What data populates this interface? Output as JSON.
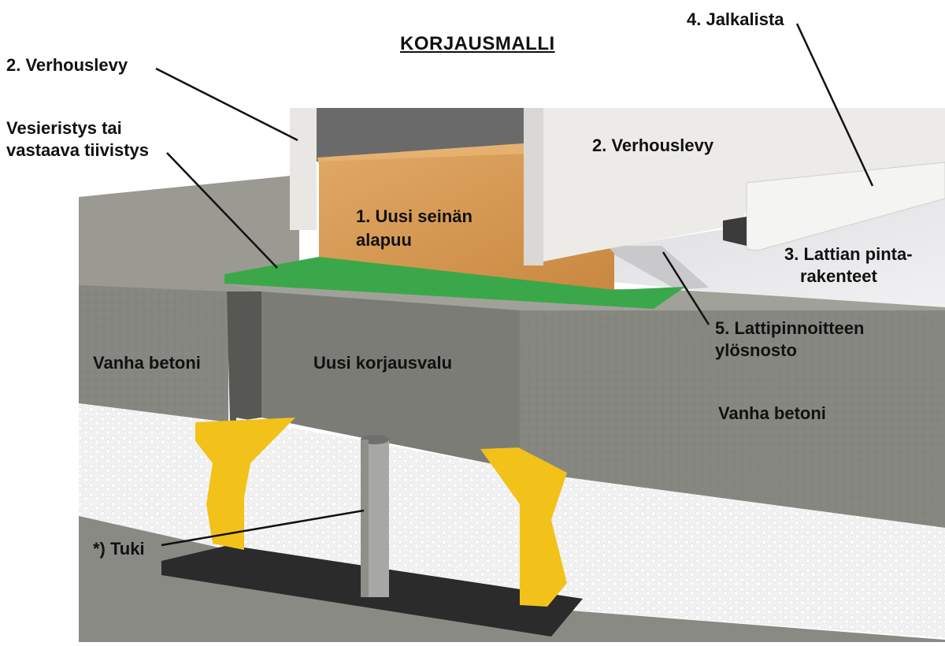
{
  "title": "KORJAUSMALLI",
  "labels": {
    "verhouslevy_left": "2. Verhouslevy",
    "jalkalista": "4. Jalkalista",
    "vesieristys_line1": "Vesieristys tai",
    "vesieristys_line2": "vastaava tiivistys",
    "verhouslevy_right": "2. Verhouslevy",
    "uusi_alapuu_line1": "1. Uusi seinän",
    "uusi_alapuu_line2": "alapuu",
    "lattian_line1": "3. Lattian pinta-",
    "lattian_line2": "rakenteet",
    "lattipinnoite_line1": "5. Lattipinnoitteen",
    "lattipinnoite_line2": "ylösnosto",
    "vanha_betoni_left": "Vanha betoni",
    "uusi_korjausvalu": "Uusi korjausvalu",
    "vanha_betoni_right": "Vanha betoni",
    "tuki": "*) Tuki"
  },
  "colors": {
    "concrete": "#8c8c86",
    "concrete_dark": "#6f6f69",
    "insulation": "#f1f1f1",
    "wood": "#d99a55",
    "membrane": "#3aa84a",
    "mineral_wool": "#f2c21a",
    "board": "#ecebe8",
    "floor": "#d6d6d8"
  }
}
